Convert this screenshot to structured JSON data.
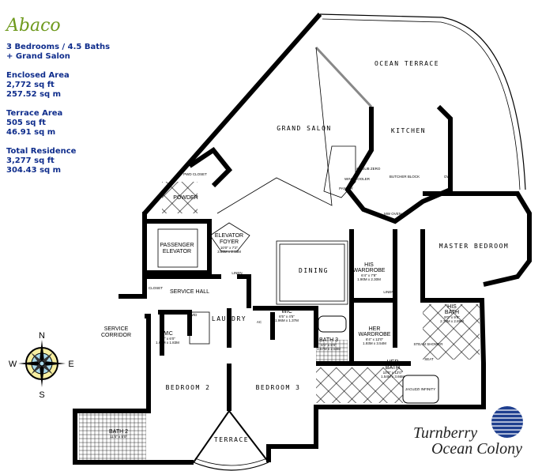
{
  "sidebar": {
    "title": "Abaco",
    "summary_line1": "3 Bedrooms / 4.5 Baths",
    "summary_line2": "+ Grand Salon",
    "enclosed": {
      "label": "Enclosed Area",
      "sqft": "2,772 sq ft",
      "sqm": "257.52 sq m"
    },
    "terrace": {
      "label": "Terrace Area",
      "sqft": "505 sq ft",
      "sqm": "46.91 sq m"
    },
    "total": {
      "label": "Total Residence",
      "sqft": "3,277 sq ft",
      "sqm": "304.43 sq m"
    }
  },
  "rooms": {
    "ocean_terrace": "OCEAN TERRACE",
    "grand_salon": "GRAND SALON",
    "kitchen": "KITCHEN",
    "master_bedroom": "MASTER BEDROOM",
    "dining": "DINING",
    "elevator_foyer": "ELEVATOR",
    "elevator_foyer2": "FOYER",
    "elevator_foyer_dim": "10'0\" x 7'2\"",
    "elevator_foyer_dim_m": "3.05M x 2.18M",
    "passenger_elevator": "PASSENGER",
    "passenger_elevator2": "ELEVATOR",
    "service_hall": "SERVICE HALL",
    "laundry": "LAUNDRY",
    "wic1": "WIC",
    "wic1_dim": "5'3\" x 6'0\"",
    "wic1_dim_m": "1.60M x 1.83M",
    "wic2": "WIC",
    "wic2_dim": "6'5\" x 4'5\"",
    "wic2_dim_m": "1.96M x 1.37M",
    "service_corridor": "SERVICE",
    "service_corridor2": "CORRIDOR",
    "bedroom2": "BEDROOM 2",
    "bedroom3": "BEDROOM 3",
    "terrace": "TERRACE",
    "bath2": "BATH 2",
    "bath2_dim": "11'4\" x 5'0\"",
    "bath3": "BATH 3",
    "bath3_dim": "5'0\" x 8'0\"",
    "bath3_dim_m": "1.57M x 2.54M",
    "his_wardrobe": "HIS",
    "his_wardrobe2": "WARDROBE",
    "his_wardrobe_dim": "6'4\" x 7'8\"",
    "his_wardrobe_dim_m": "1.90M x 2.30M",
    "her_wardrobe": "HER",
    "her_wardrobe2": "WARDROBE",
    "her_wardrobe_dim": "6'4\" x 12'0\"",
    "her_wardrobe_dim_m": "1.93M x 3.54M",
    "her_bath": "HER",
    "her_bath2": "BATH",
    "her_bath_dim": "10'0\" x 12'0\"",
    "her_bath_dim_m": "1.54M x 3.66M",
    "his_bath": "HIS",
    "his_bath2": "BATH",
    "his_bath_dim": "9'0\" x 9'6\"",
    "his_bath_dim_m": "2.74M x 2.89M",
    "steam_shower": "STEAM SHOWER",
    "seat": "SEAT",
    "jacuzzi": "JACUZZI INFINITY",
    "powder": "POWDER",
    "pwd_closet": "PWD CLOSET",
    "ac1": "AC",
    "ac2": "AC",
    "linen1": "LINEN",
    "linen2": "LINEN",
    "closet": "CLOSET",
    "pantry": "PANTRY",
    "wine_cooler": "WINE COOLER",
    "sub_zero": "42\" SUB ZERO",
    "butcher_block": "BUTCHER BLOCK",
    "dw": "DW",
    "mw_oven": "MW OVEN",
    "wd": "W/D"
  },
  "compass": {
    "n": "N",
    "s": "S",
    "e": "E",
    "w": "W"
  },
  "logo": {
    "line1": "Turnberry",
    "line2": "Ocean Colony",
    "color": "#1f3f8f"
  }
}
